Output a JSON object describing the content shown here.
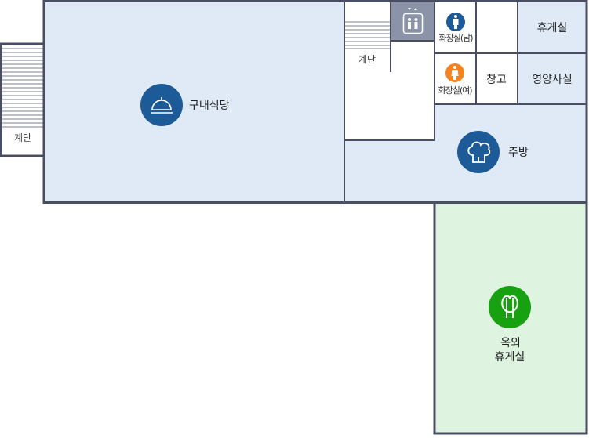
{
  "colors": {
    "wall": "#4a4e62",
    "room_blue": "#dfeaf6",
    "room_green": "#dff3e1",
    "icon_blue": "#1d5a98",
    "icon_green": "#17a00f",
    "female_orange": "#f5831f",
    "elevator_gray": "#8a93a8"
  },
  "rooms": {
    "stairs_left": "계단",
    "cafeteria": "구내식당",
    "stairs_center": "계단",
    "restroom_men": "화장실(남)",
    "restroom_women": "화장실(여)",
    "lounge": "휴게실",
    "storage": "창고",
    "nutritionist_office": "영양사실",
    "kitchen": "주방",
    "outdoor_lounge_line1": "옥외",
    "outdoor_lounge_line2": "휴게실"
  },
  "icons": {
    "cafeteria": "cloche-icon",
    "kitchen": "chef-hat-icon",
    "outdoor": "tree-icon",
    "elevator": "elevator-icon",
    "men": "male-icon",
    "women": "female-icon"
  }
}
